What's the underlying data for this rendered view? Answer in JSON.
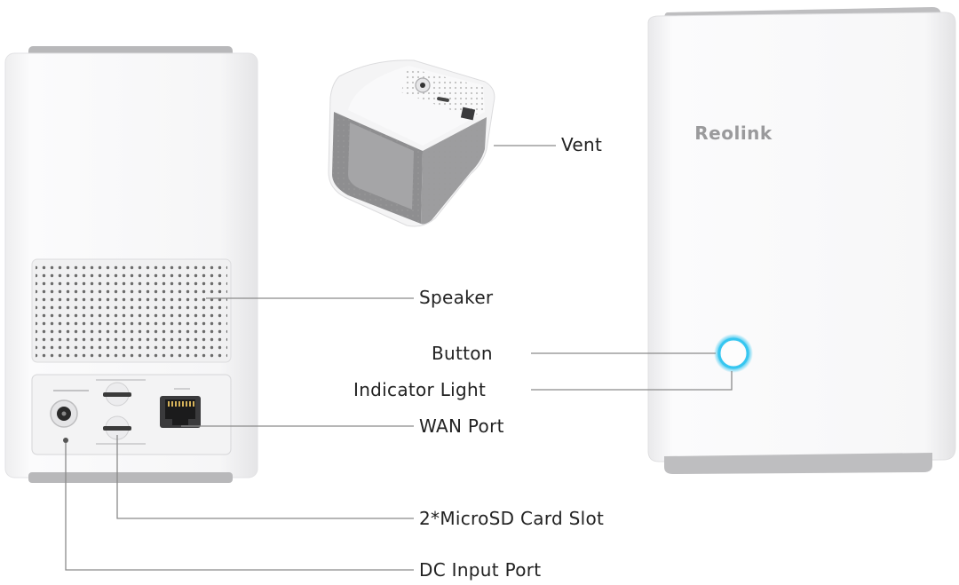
{
  "brand": "Reolink",
  "labels": {
    "vent": "Vent",
    "speaker": "Speaker",
    "button": "Button",
    "indicator_light": "Indicator Light",
    "wan_port": "WAN Port",
    "microsd": "2*MicroSD Card Slot",
    "dc_input": "DC Input Port"
  },
  "colors": {
    "device_body": "#f7f7f8",
    "cap_gray": "#b9b9bb",
    "indicator_glow": "#36c6f0",
    "leader_line": "#8a8a8a"
  }
}
